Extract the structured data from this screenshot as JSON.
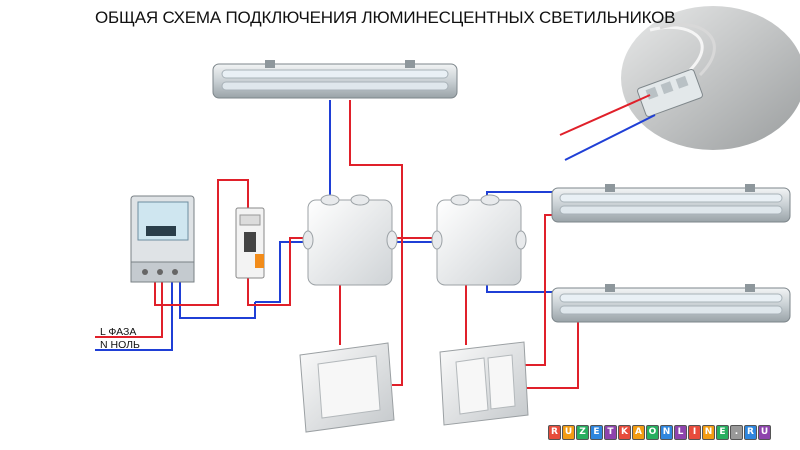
{
  "title": "ОБЩАЯ СХЕМА ПОДКЛЮЧЕНИЯ ЛЮМИНЕСЦЕНТНЫХ СВЕТИЛЬНИКОВ",
  "labels": {
    "phase": "L  ФАЗА",
    "neutral": "N НОЛЬ"
  },
  "logo": {
    "letters": [
      "R",
      "U",
      "Z",
      "E",
      "T",
      "K",
      "A",
      "O",
      "N",
      "L",
      "I",
      "N",
      "E",
      ".",
      "R",
      "U"
    ],
    "colors": [
      "#e74c3c",
      "#f39c12",
      "#27ae60",
      "#2e86de",
      "#8e44ad",
      "#e74c3c",
      "#f39c12",
      "#27ae60",
      "#2e86de",
      "#8e44ad",
      "#e74c3c",
      "#f39c12",
      "#27ae60",
      "#999999",
      "#2e86de",
      "#8e44ad"
    ]
  },
  "colors": {
    "phase_wire": "#e0202a",
    "neutral_wire": "#1f3fd6"
  }
}
